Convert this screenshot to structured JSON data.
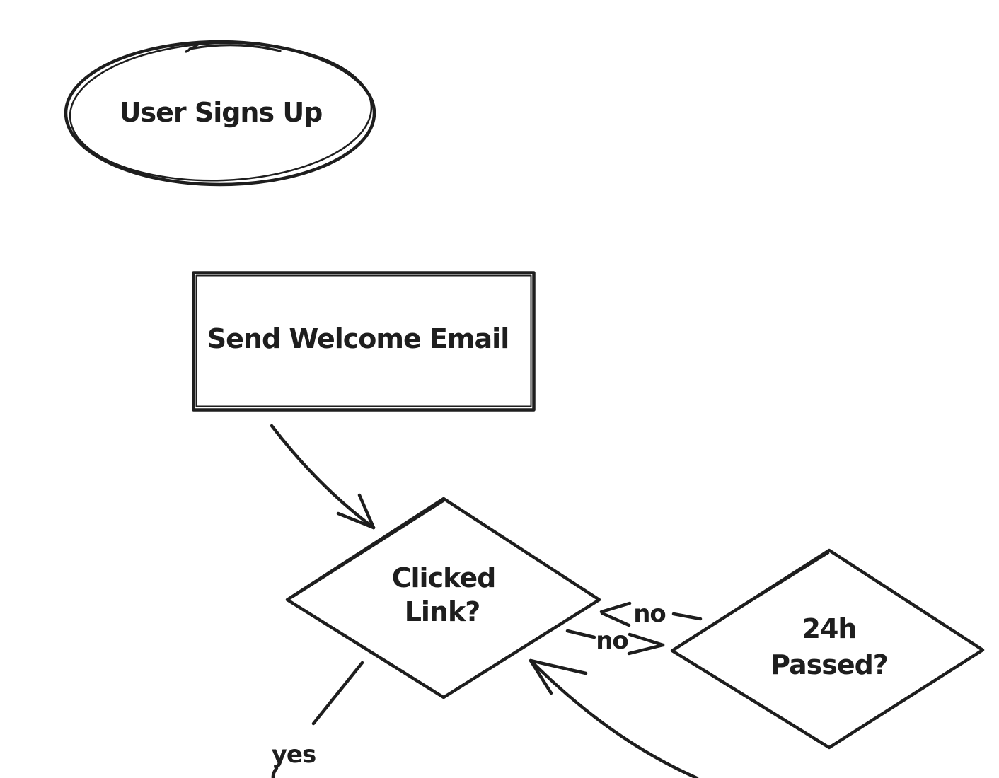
{
  "canvas": {
    "background_color": "#ffffff",
    "ink_color": "#1e1e1e",
    "style": "hand-drawn whiteboard flowchart"
  },
  "flowchart": {
    "nodes": {
      "user_signs_up": {
        "shape": "ellipse",
        "label": "User Signs Up",
        "lines": [
          "User Signs Up"
        ]
      },
      "send_welcome_email": {
        "shape": "rectangle",
        "label": "Send Welcome Email",
        "lines": [
          "Send Welcome Email"
        ]
      },
      "clicked_link": {
        "shape": "diamond",
        "label": "Clicked Link?",
        "lines": [
          "Clicked",
          "Link?"
        ]
      },
      "h24_passed": {
        "shape": "diamond",
        "label": "24h Passed?",
        "lines": [
          "24h",
          "Passed?"
        ]
      }
    },
    "edges": [
      {
        "from": "send_welcome_email",
        "to": "clicked_link",
        "label": ""
      },
      {
        "from": "h24_passed",
        "to": "clicked_link",
        "label": "no"
      },
      {
        "from": "clicked_link",
        "to": "h24_passed",
        "label": "no"
      },
      {
        "from": "clicked_link",
        "to": "offscreen-bottom-left",
        "label": "yes"
      },
      {
        "from": "offscreen-bottom-right",
        "to": "clicked_link",
        "label": ""
      }
    ]
  }
}
